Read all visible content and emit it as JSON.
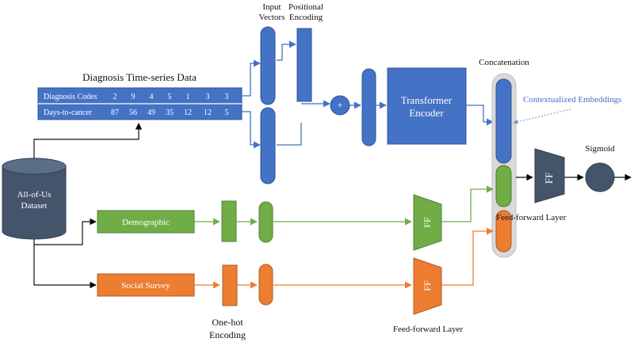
{
  "timeseries": {
    "title": "Diagnosis Time-series Data",
    "rows": [
      {
        "label": "Diagnosis Codes",
        "values": [
          "2",
          "9",
          "4",
          "5",
          "1",
          "3",
          "3"
        ]
      },
      {
        "label": "Days-to-cancer",
        "values": [
          "87",
          "56",
          "49",
          "35",
          "12",
          "12",
          "5"
        ]
      }
    ]
  },
  "labels": {
    "input_vectors": [
      "Input",
      "Vectors"
    ],
    "positional_encoding": [
      "Positional",
      "Encoding"
    ],
    "plus": "+",
    "transformer": [
      "Transformer",
      "Encoder"
    ],
    "concatenation": "Concatenation",
    "contextualized": "Contextualized Embeddings",
    "sigmoid": "Sigmoid",
    "ff": "FF",
    "feed_forward_right": "Feed-forward Layer",
    "feed_forward_bottom": "Feed-forward Layer",
    "dataset": [
      "All-of-Us",
      "Dataset"
    ],
    "demographic": "Demographic",
    "social_survey": "Social Survey",
    "onehot": [
      "One-hot",
      "Encoding"
    ]
  },
  "colors": {
    "blue": "#4472C4",
    "blue_dark": "#2F5597",
    "green": "#70AD47",
    "green_dark": "#507E32",
    "orange": "#ED7D31",
    "orange_dark": "#AE5A21",
    "slate": "#44546A",
    "gray_pill": "#D9D9D9",
    "accent_text": "#4472C4"
  }
}
